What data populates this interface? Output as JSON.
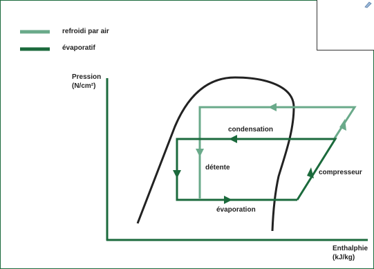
{
  "legend": {
    "air_cooled": {
      "label": "refroidi par air",
      "color": "#6aaa8a"
    },
    "evaporative": {
      "label": "évaporatif",
      "color": "#1b6a3c"
    }
  },
  "axes": {
    "y_label_line1": "Pression",
    "y_label_line2": "(N/cm²)",
    "x_label_line1": "Enthalphie",
    "x_label_line2": "(kJ/kg)"
  },
  "labels": {
    "condensation": "condensation",
    "detente": "détente",
    "compresseur": "compresseur",
    "evaporation": "évaporation"
  },
  "colors": {
    "axis": "#1b6a3c",
    "dome": "#222222",
    "frame": "#1b6a3c"
  }
}
